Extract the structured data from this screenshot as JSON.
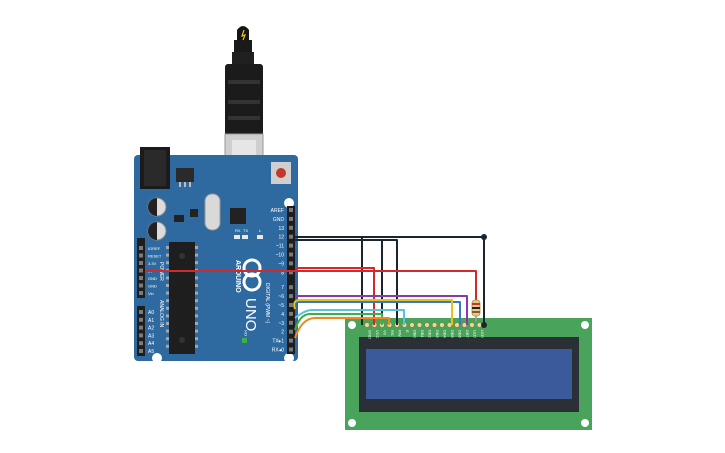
{
  "colors": {
    "board": "#2e6aa0",
    "board_edge": "#255a88",
    "lcd_pcb": "#4aa35b",
    "lcd_bezel": "#2b2f36",
    "lcd_screen": "#3a5a9c",
    "wire_black": "#1b2530",
    "wire_red": "#d62828",
    "wire_purple": "#8a3aa6",
    "wire_blue": "#3a78c8",
    "wire_yellow": "#e3c21c",
    "wire_cyan": "#56c4dd",
    "wire_green": "#3bb043",
    "wire_orange": "#ef8b1e"
  },
  "arduino": {
    "brand": "ARDUINO",
    "model": "UNO",
    "digital_header_title": "DIGITAL (PWM ~)",
    "analog_header_title": "ANALOG IN",
    "power_header_title": "POWER",
    "on_label": "ON",
    "tx_label": "TX",
    "rx_label": "RX",
    "l_label": "L",
    "digital_pins": [
      "AREF",
      "GND",
      "13",
      "12",
      "~11",
      "~10",
      "~9",
      "8",
      "7",
      "~6",
      "~5",
      "4",
      "~3",
      "2",
      "TX▸1",
      "RX◂0"
    ],
    "power_pins": [
      "IOREF",
      "RESET",
      "3.3V",
      "5V",
      "GND",
      "GND",
      "Vin"
    ],
    "analog_pins": [
      "A0",
      "A1",
      "A2",
      "A3",
      "A4",
      "A5"
    ]
  },
  "lcd": {
    "pin_labels": [
      "GND",
      "VCC",
      "V0",
      "RS",
      "RW",
      "E",
      "DB0",
      "DB1",
      "DB2",
      "DB3",
      "DB4",
      "DB5",
      "DB6",
      "DB7",
      "LED",
      "LED"
    ]
  },
  "icons": {
    "usb_cable": "usb-cable-icon",
    "power_jack": "dc-jack-icon",
    "reset_button": "reset-button-icon",
    "resistor": "resistor-icon"
  }
}
